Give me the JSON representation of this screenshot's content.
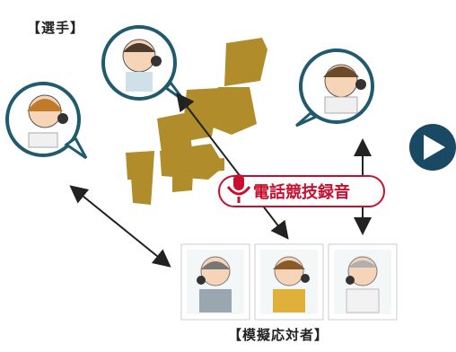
{
  "labels": {
    "contestants": "【選手】",
    "mock_responders": "【模擬応対者】",
    "badge": "電話競技録音"
  },
  "colors": {
    "map": "#b08d2a",
    "accent": "#c8102e",
    "bubble_stroke": "#1f5a6e",
    "next_button": "#1a4a63",
    "arrow": "#222222"
  },
  "icons": {
    "badge_icon": "microphone-icon",
    "next": "play-icon"
  }
}
